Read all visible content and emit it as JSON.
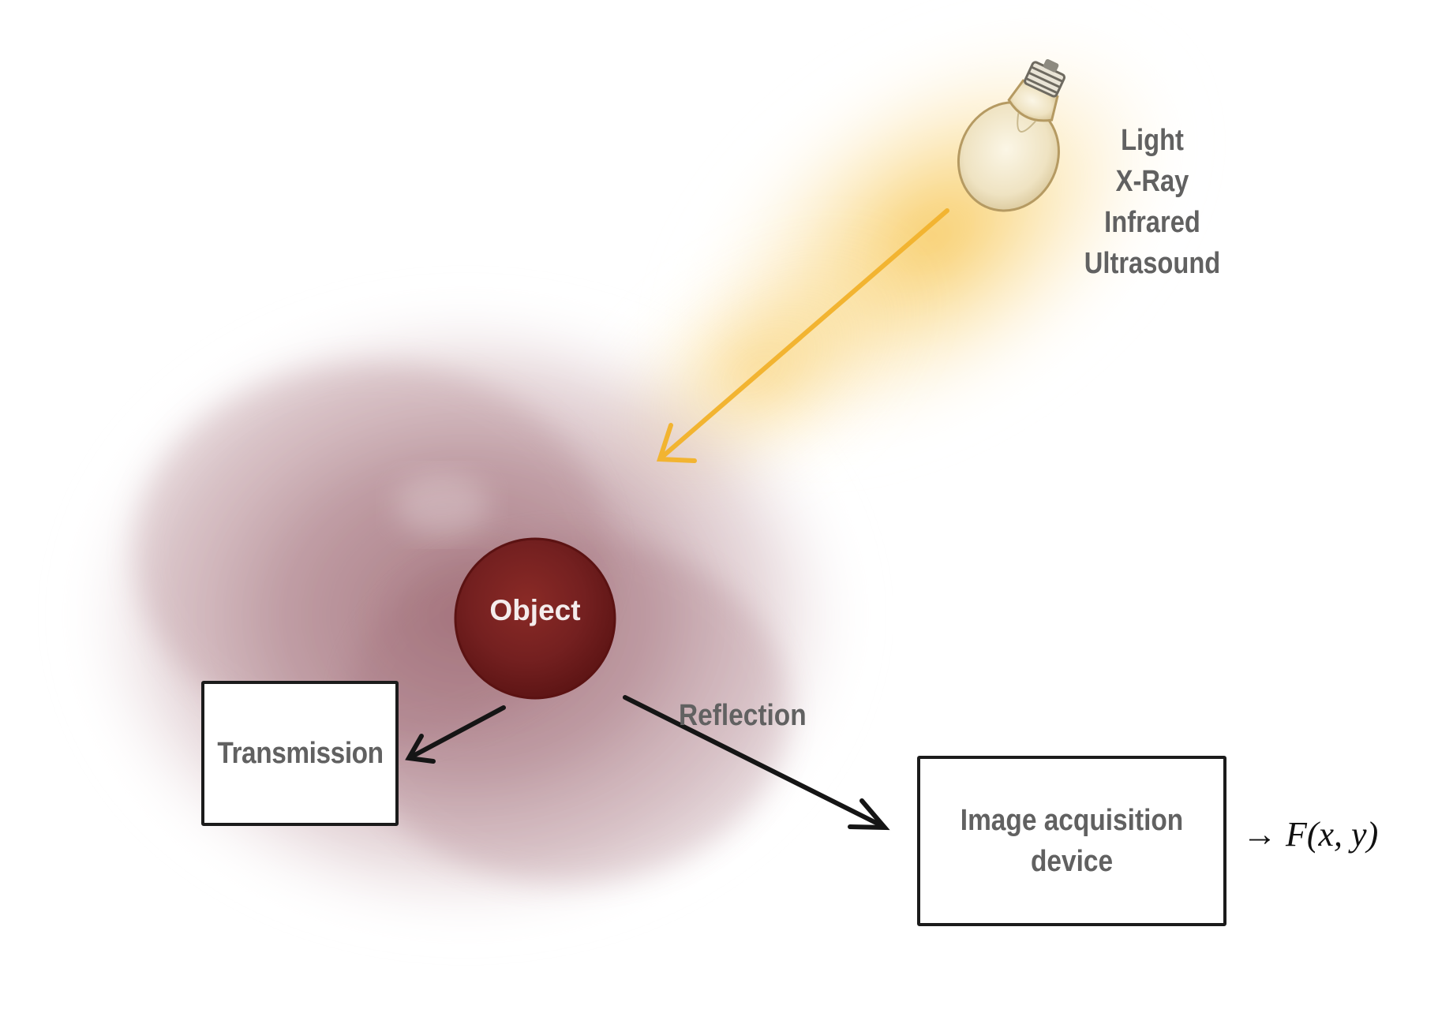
{
  "source": {
    "labels": [
      "Light",
      "X-Ray",
      "Infrared",
      "Ultrasound"
    ]
  },
  "object": {
    "label": "Object"
  },
  "transmission": {
    "label": "Transmission"
  },
  "reflection": {
    "label": "Reflection"
  },
  "acquisition": {
    "label": "Image acquisition device"
  },
  "output": {
    "label": "→ F(x, y)"
  },
  "colors": {
    "beam": "#f2b431",
    "object": "#7a1e1e",
    "stain": "#8a4a55",
    "arrow": "#151515"
  }
}
